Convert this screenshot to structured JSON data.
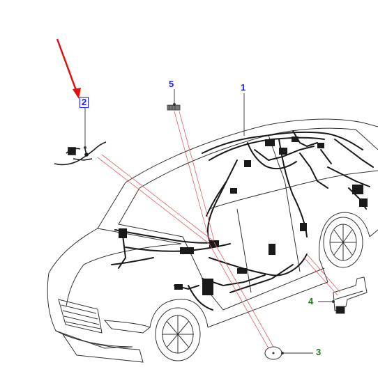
{
  "colors": {
    "callout_blue": "#1a1aff",
    "callout_green": "#1f7a1f",
    "pointer_arrow": "#e01010",
    "leader_red": "#e06060",
    "outline": "#333333",
    "harness": "#1a1a1a"
  },
  "callouts": [
    {
      "id": "1",
      "label": "1",
      "color": "#1a1aff",
      "boxed": false
    },
    {
      "id": "2",
      "label": "2",
      "color": "#1a1aff",
      "boxed": true
    },
    {
      "id": "3",
      "label": "3",
      "color": "#1f7a1f",
      "boxed": false
    },
    {
      "id": "4",
      "label": "4",
      "color": "#1f7a1f",
      "boxed": false
    },
    {
      "id": "5",
      "label": "5",
      "color": "#1a1aff",
      "boxed": false
    }
  ],
  "highlighted_callout": "2"
}
